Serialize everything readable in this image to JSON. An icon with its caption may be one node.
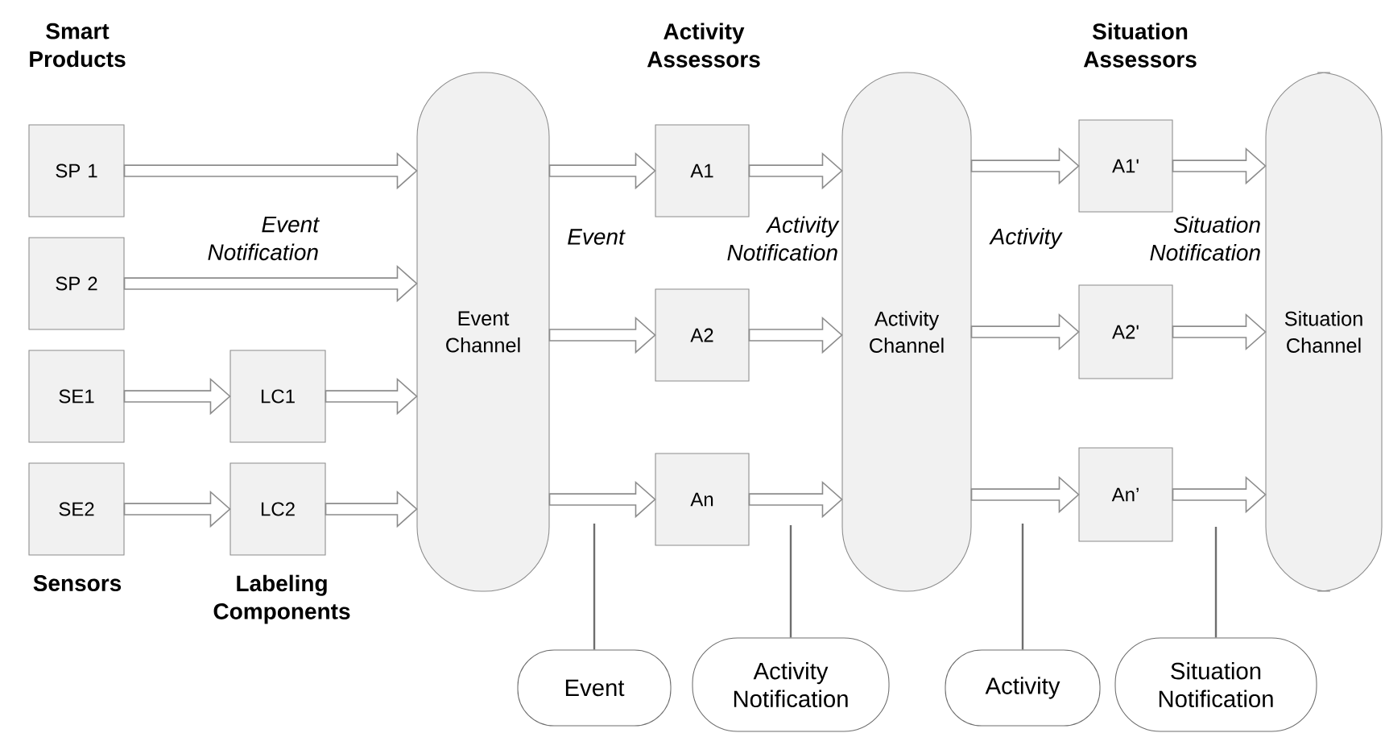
{
  "diagram": {
    "nodes": [
      {
        "text": [
          "SP 1"
        ]
      },
      {
        "text": [
          "SP 2"
        ]
      },
      {
        "text": [
          "SE1"
        ]
      },
      {
        "text": [
          "SE2"
        ]
      },
      {
        "text": [
          "LC1"
        ]
      },
      {
        "text": [
          "LC2"
        ]
      },
      {
        "text": [
          "Event Channel"
        ]
      },
      {
        "text": [
          "A1"
        ]
      },
      {
        "text": [
          "A2"
        ]
      },
      {
        "text": [
          "An"
        ]
      },
      {
        "text": [
          "Activity Channel"
        ]
      },
      {
        "text": [
          "A1'"
        ]
      },
      {
        "text": [
          "A2'"
        ]
      },
      {
        "text": [
          "An’"
        ]
      },
      {
        "text": [
          "Situation Channel"
        ]
      },
      {
        "text": [
          "Event"
        ]
      },
      {
        "text": [
          "Activity Notification"
        ]
      },
      {
        "text": [
          "Activity"
        ]
      },
      {
        "text": [
          "Situation Notification"
        ]
      }
    ],
    "edges": [
      {
        "from": 0,
        "to": 6,
        "arrow": "to"
      },
      {
        "from": 1,
        "to": 6,
        "arrow": "to"
      },
      {
        "from": 2,
        "to": 4,
        "arrow": "to"
      },
      {
        "from": 3,
        "to": 5,
        "arrow": "to"
      },
      {
        "from": 4,
        "to": 6,
        "arrow": "to"
      },
      {
        "from": 5,
        "to": 6,
        "arrow": "to"
      },
      {
        "from": 6,
        "to": 7,
        "arrow": "to"
      },
      {
        "from": 6,
        "to": 8,
        "arrow": "to"
      },
      {
        "from": 6,
        "to": 9,
        "arrow": "to"
      },
      {
        "from": 7,
        "to": 10,
        "arrow": "to"
      },
      {
        "from": 8,
        "to": 10,
        "arrow": "to"
      },
      {
        "from": 9,
        "to": 10,
        "arrow": "to"
      },
      {
        "from": 10,
        "to": 11,
        "arrow": "to"
      },
      {
        "from": 10,
        "to": 12,
        "arrow": "to"
      },
      {
        "from": 10,
        "to": 13,
        "arrow": "to"
      },
      {
        "from": 11,
        "to": 14,
        "arrow": "to"
      },
      {
        "from": 12,
        "to": 14,
        "arrow": "to"
      },
      {
        "from": 13,
        "to": 14,
        "arrow": "to"
      },
      {
        "from": 15,
        "to": null,
        "arrow": "none"
      },
      {
        "from": 16,
        "to": null,
        "arrow": "none"
      },
      {
        "from": 17,
        "to": null,
        "arrow": "none"
      },
      {
        "from": 18,
        "to": null,
        "arrow": "none"
      }
    ],
    "labels": [
      "Smart Products",
      "Activity Assessors",
      "Situation Assessors",
      "Event Notification",
      "Event",
      "Activity Notification",
      "Activity",
      "Situation Notification",
      "Sensors",
      "Labeling Components"
    ]
  }
}
